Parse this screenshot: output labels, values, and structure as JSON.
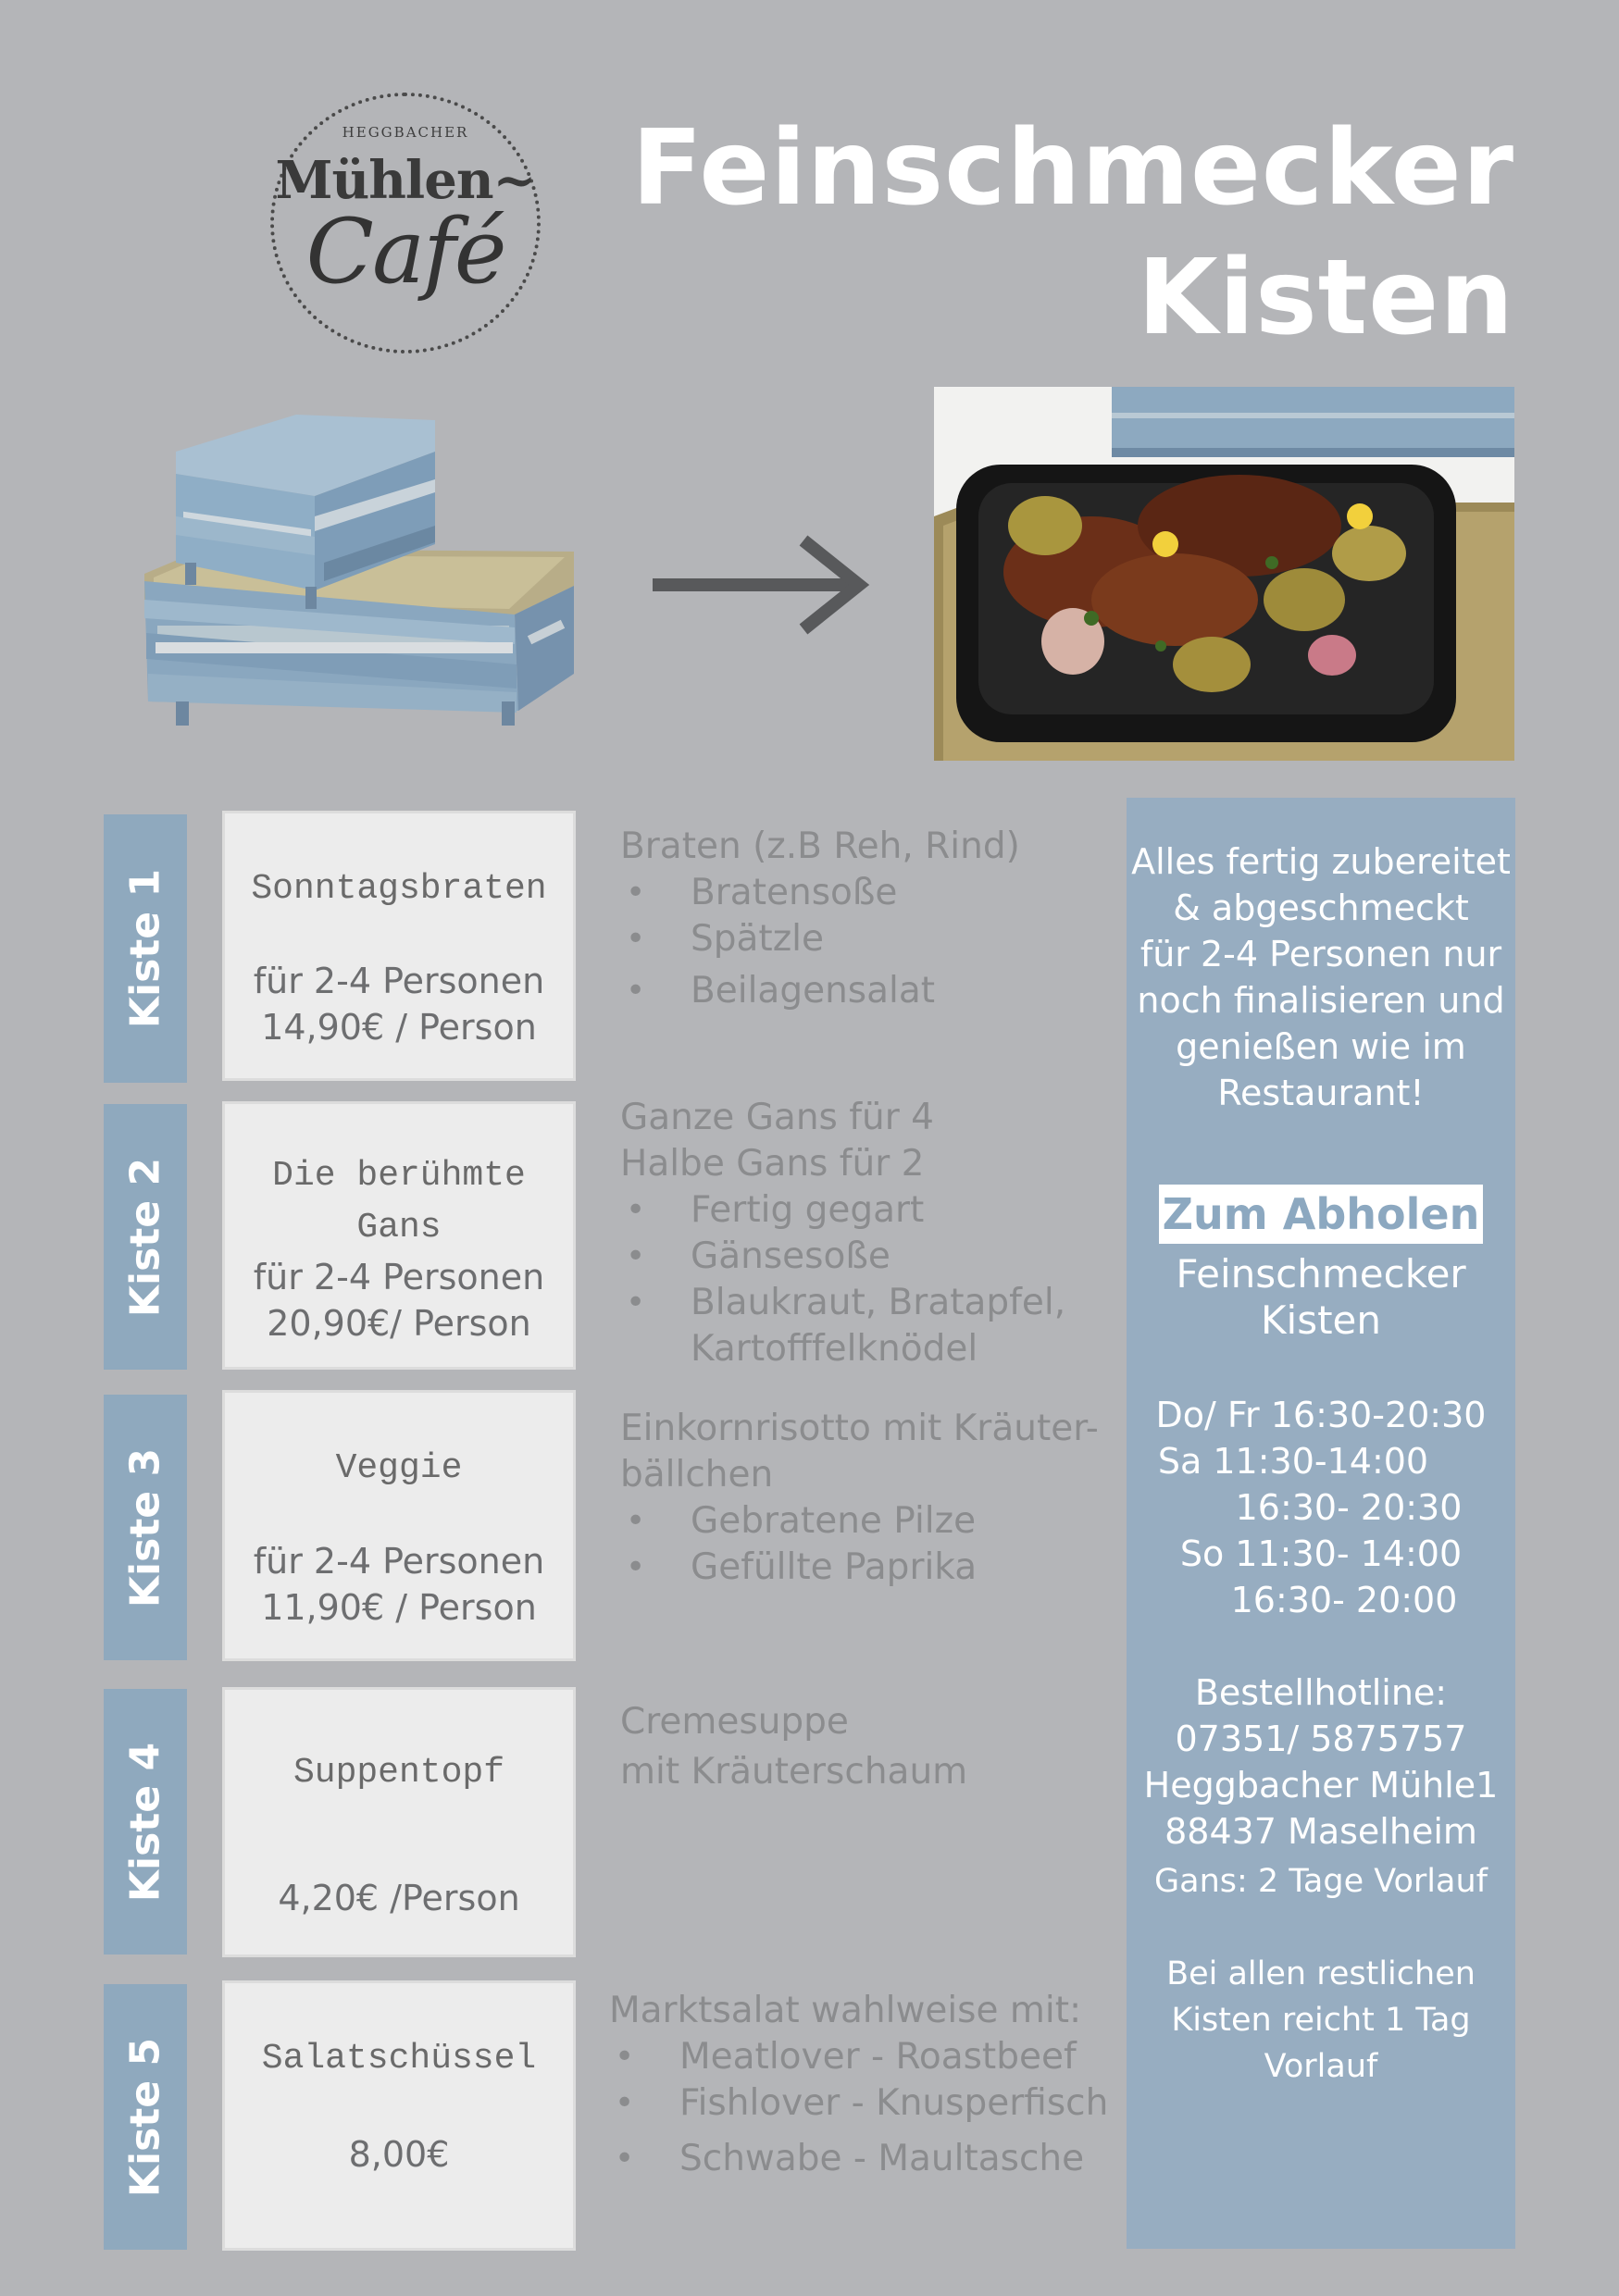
{
  "logo": {
    "small": "HEGGBACHER",
    "main": "Mühlen~",
    "script": "Café"
  },
  "title": {
    "line1": "Feinschmecker",
    "line2": "Kisten"
  },
  "kisten": [
    {
      "tab": "Kiste 1",
      "name_lines": [
        "Sonntagsbraten"
      ],
      "persons": "für 2-4 Personen",
      "price": "14,90€ / Person",
      "desc_lines": [
        "Braten (z.B Reh, Rind)"
      ],
      "bullets": [
        "Bratensoße",
        "Spätzle",
        "Beilagensalat"
      ]
    },
    {
      "tab": "Kiste 2",
      "name_lines": [
        "Die berühmte",
        "Gans"
      ],
      "persons": "für 2-4 Personen",
      "price": "20,90€/ Person",
      "desc_lines": [
        "Ganze Gans für 4",
        "Halbe Gans für 2"
      ],
      "bullets": [
        "Fertig gegart",
        "Gänsesoße",
        "Blaukraut, Bratapfel,",
        "Kartofffelknödel"
      ]
    },
    {
      "tab": "Kiste 3",
      "name_lines": [
        "Veggie"
      ],
      "persons": "für 2-4 Personen",
      "price": "11,90€ / Person",
      "desc_lines": [
        "Einkornrisotto mit Kräuter-",
        "bällchen"
      ],
      "bullets": [
        "Gebratene Pilze",
        "Gefüllte Paprika"
      ]
    },
    {
      "tab": "Kiste 4",
      "name_lines": [
        "Suppentopf"
      ],
      "persons": "",
      "price": "4,20€ /Person",
      "desc_lines": [
        "Cremesuppe",
        "mit Kräuterschaum"
      ],
      "bullets": []
    },
    {
      "tab": "Kiste 5",
      "name_lines": [
        "Salatschüssel"
      ],
      "persons": "",
      "price": "8,00€",
      "desc_lines": [
        "Marktsalat wahlweise mit:"
      ],
      "bullets": [
        "Meatlover -  Roastbeef",
        "Fishlover -  Knusperfisch",
        "Schwabe - Maultasche"
      ]
    }
  ],
  "panel": {
    "intro": [
      "Alles fertig zubereitet",
      "& abgeschmeckt",
      "für 2-4 Personen nur",
      "noch finalisieren und",
      "genießen wie im",
      "Restaurant!"
    ],
    "badge": "Zum Abholen",
    "subtitle": [
      "Feinschmecker",
      "Kisten"
    ],
    "hours": [
      "Do/ Fr 16:30-20:30",
      "Sa 11:30-14:00",
      "16:30- 20:30",
      "So 11:30- 14:00",
      "16:30- 20:00"
    ],
    "contact": [
      "Bestellhotline:",
      "07351/ 5875757",
      "Heggbacher Mühle1",
      "88437 Maselheim"
    ],
    "note1": "Gans: 2 Tage Vorlauf",
    "note2": [
      "Bei allen restlichen",
      "Kisten reicht 1 Tag",
      "Vorlauf"
    ]
  },
  "colors": {
    "background": "#b4b5b8",
    "accent_blue": "#8fa9be",
    "panel_blue": "#97adc1",
    "box_fill": "#ececec"
  },
  "images": {
    "left": "stacked blue wooden crates",
    "arrow": "arrow-right-icon",
    "right": "roasted duck with dumplings in black tray"
  }
}
